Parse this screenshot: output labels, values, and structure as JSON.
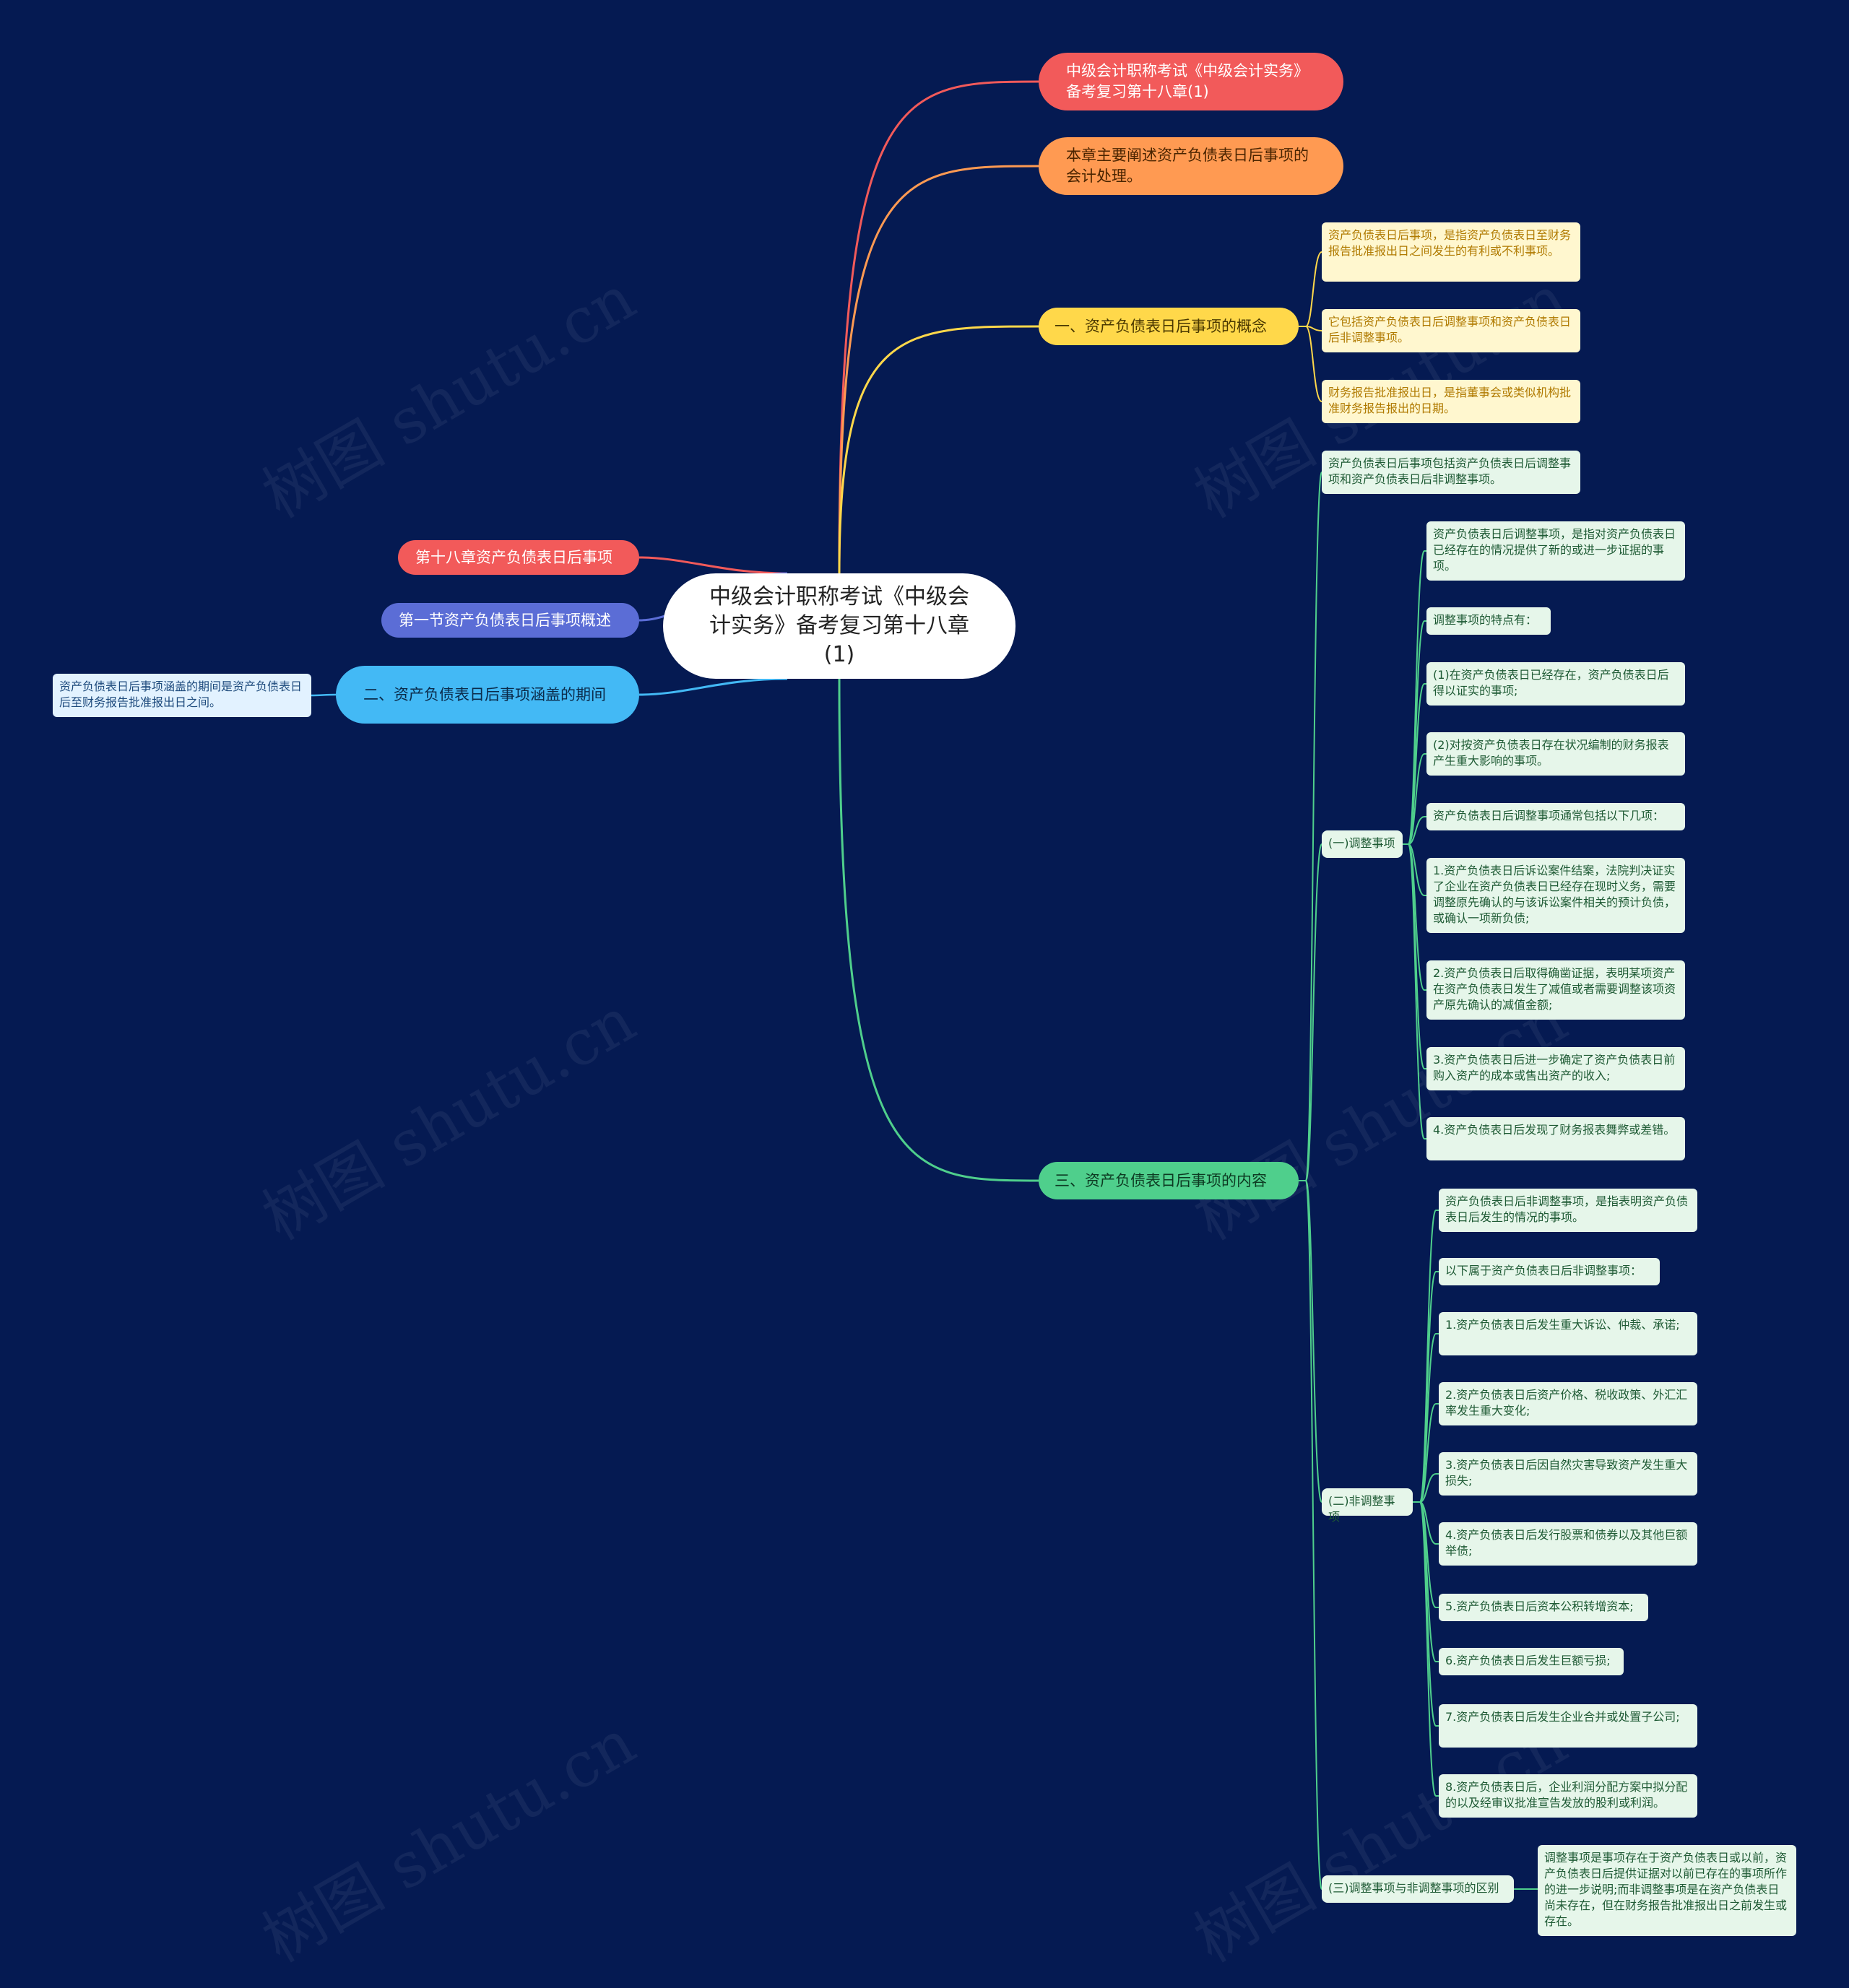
{
  "root": {
    "title": "中级会计职称考试《中级会计实务》备考复习第十八章(1)"
  },
  "right": {
    "title_node": "中级会计职称考试《中级会计实务》备考复习第十八章(1)",
    "intro": "本章主要阐述资产负债表日后事项的会计处理。",
    "concept": {
      "label": "一、资产负债表日后事项的概念",
      "items": [
        "资产负债表日后事项，是指资产负债表日至财务报告批准报出日之间发生的有利或不利事项。",
        "它包括资产负债表日后调整事项和资产负债表日后非调整事项。",
        "财务报告批准报出日，是指董事会或类似机构批准财务报告报出的日期。"
      ]
    },
    "content": {
      "label": "三、资产负债表日后事项的内容",
      "summary": "资产负债表日后事项包括资产负债表日后调整事项和资产负债表日后非调整事项。",
      "adjusting": {
        "label": "(一)调整事项",
        "items": [
          "资产负债表日后调整事项，是指对资产负债表日已经存在的情况提供了新的或进一步证据的事项。",
          "调整事项的特点有：",
          "(1)在资产负债表日已经存在，资产负债表日后得以证实的事项;",
          "(2)对按资产负债表日存在状况编制的财务报表产生重大影响的事项。",
          "资产负债表日后调整事项通常包括以下几项：",
          "1.资产负债表日后诉讼案件结案，法院判决证实了企业在资产负债表日已经存在现时义务，需要调整原先确认的与该诉讼案件相关的预计负债，或确认一项新负债;",
          "2.资产负债表日后取得确凿证据，表明某项资产在资产负债表日发生了减值或者需要调整该项资产原先确认的减值金额;",
          "3.资产负债表日后进一步确定了资产负债表日前购入资产的成本或售出资产的收入;",
          "4.资产负债表日后发现了财务报表舞弊或差错。"
        ]
      },
      "non_adjusting": {
        "label": "(二)非调整事项",
        "items": [
          "资产负债表日后非调整事项，是指表明资产负债表日后发生的情况的事项。",
          "以下属于资产负债表日后非调整事项：",
          "1.资产负债表日后发生重大诉讼、仲裁、承诺;",
          "2.资产负债表日后资产价格、税收政策、外汇汇率发生重大变化;",
          "3.资产负债表日后因自然灾害导致资产发生重大损失;",
          "4.资产负债表日后发行股票和债券以及其他巨额举债;",
          "5.资产负债表日后资本公积转增资本;",
          "6.资产负债表日后发生巨额亏损;",
          "7.资产负债表日后发生企业合并或处置子公司;",
          "8.资产负债表日后，企业利润分配方案中拟分配的以及经审议批准宣告发放的股利或利润。"
        ]
      },
      "difference": {
        "label": "(三)调整事项与非调整事项的区别",
        "text": "调整事项是事项存在于资产负债表日或以前，资产负债表日后提供证据对以前已存在的事项所作的进一步说明;而非调整事项是在资产负债表日尚未存在，但在财务报告批准报出日之前发生或存在。"
      }
    }
  },
  "left": {
    "chapter": "第十八章资产负债表日后事项",
    "section": "第一节资产负债表日后事项概述",
    "period": {
      "label": "二、资产负债表日后事项涵盖的期间",
      "text": "资产负债表日后事项涵盖的期间是资产负债表日后至财务报告批准报出日之间。"
    }
  },
  "watermark": "树图 shutu.cn",
  "colors": {
    "background": "#051a52",
    "red": "#f25a5a",
    "orange": "#ff9a52",
    "yellow": "#ffd84a",
    "green": "#4fcf8c",
    "blue_left": "#5b6dd6",
    "sky": "#43b9f5"
  }
}
